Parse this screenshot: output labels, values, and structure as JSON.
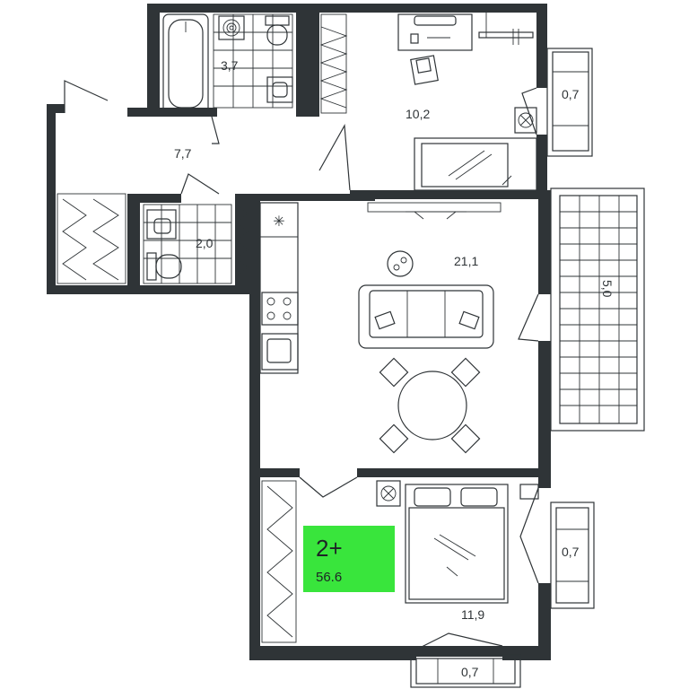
{
  "rooms": [
    {
      "id": "bathroom",
      "area": "3,7"
    },
    {
      "id": "bedroom-top",
      "area": "10,2"
    },
    {
      "id": "balcony-top",
      "area": "0,7"
    },
    {
      "id": "hallway",
      "area": "7,7"
    },
    {
      "id": "toilet",
      "area": "2,0"
    },
    {
      "id": "living",
      "area": "21,1"
    },
    {
      "id": "loggia",
      "area": "5,0"
    },
    {
      "id": "balcony-right",
      "area": "0,7"
    },
    {
      "id": "bedroom-bottom",
      "area": "11,9"
    },
    {
      "id": "balcony-bottom",
      "area": "0,7"
    }
  ],
  "badge": {
    "rooms": "2+",
    "total_area": "56.6",
    "color": "#39e53c"
  },
  "colors": {
    "wall": "#2f3437",
    "background": "#ffffff"
  }
}
